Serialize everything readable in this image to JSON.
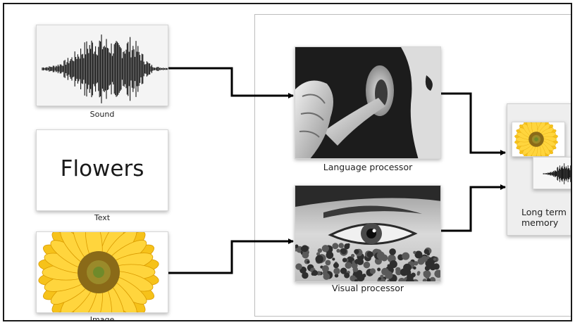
{
  "sources": {
    "sound": {
      "label": "Sound"
    },
    "text": {
      "label": "Text",
      "word": "Flowers"
    },
    "image": {
      "label": "Image"
    }
  },
  "processors": {
    "language": {
      "label": "Language processor"
    },
    "visual": {
      "label": "Visual processor"
    }
  },
  "memory": {
    "label": "Long term\nmemory"
  },
  "colors": {
    "arrow": "#000000",
    "sunflower": "#f6c21a",
    "sunflower_center": "#8a6a18"
  }
}
